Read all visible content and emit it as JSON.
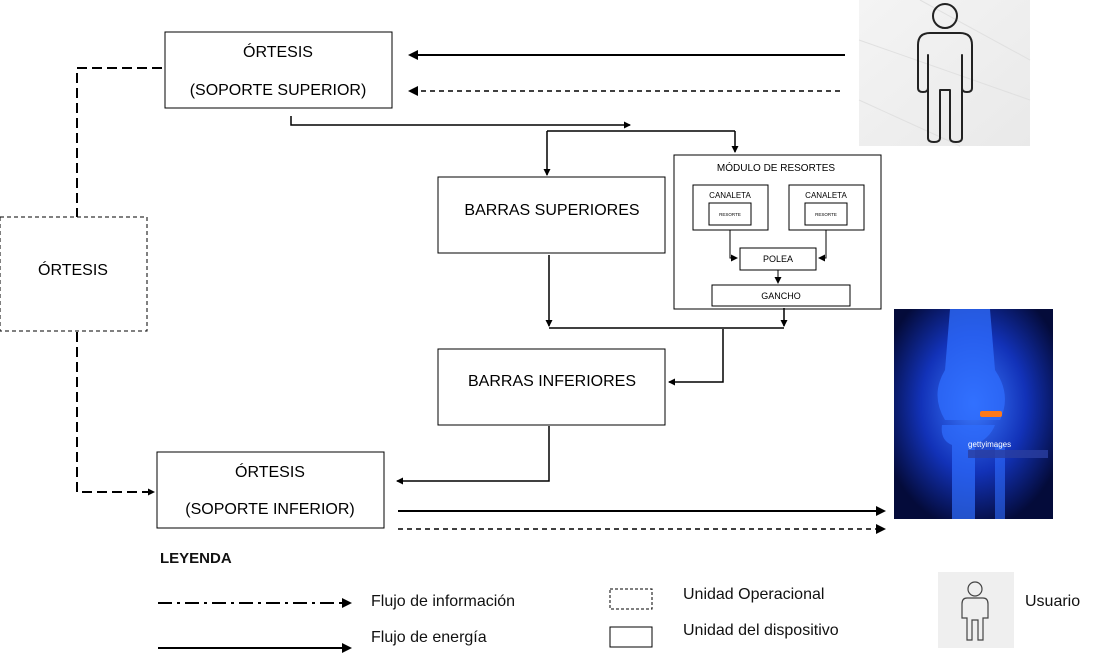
{
  "nodes": {
    "ortesis_superior": {
      "line1": "ÓRTESIS",
      "line2": "(SOPORTE SUPERIOR)"
    },
    "ortesis_center": {
      "label": "ÓRTESIS"
    },
    "ortesis_inferior": {
      "line1": "ÓRTESIS",
      "line2": "(SOPORTE INFERIOR)"
    },
    "barras_superiores": {
      "label": "BARRAS SUPERIORES"
    },
    "barras_inferiores": {
      "label": "BARRAS INFERIORES"
    },
    "modulo_resortes": {
      "title": "MÓDULO DE RESORTES",
      "canaleta_left": {
        "label": "CANALETA",
        "inner": "RESORTE"
      },
      "canaleta_right": {
        "label": "CANALETA",
        "inner": "RESORTE"
      },
      "polea": "POLEA",
      "gancho": "GANCHO"
    }
  },
  "images": {
    "user_figure": {
      "icon": "person-icon"
    },
    "knee_xray": {
      "icon": "knee-anatomy-image",
      "watermark": "gettyimages"
    }
  },
  "legend": {
    "title": "LEYENDA",
    "items": [
      {
        "key": "info",
        "label": "Flujo de información"
      },
      {
        "key": "energy",
        "label": "Flujo de energía"
      },
      {
        "key": "operational",
        "label": "Unidad Operacional"
      },
      {
        "key": "device",
        "label": "Unidad del dispositivo"
      },
      {
        "key": "user",
        "label": "Usuario"
      }
    ]
  },
  "colors": {
    "line": "#000000",
    "knee_bg": "#0a1a6e",
    "knee_glow": "#1e5bff",
    "highlight": "#ff7a1a"
  }
}
